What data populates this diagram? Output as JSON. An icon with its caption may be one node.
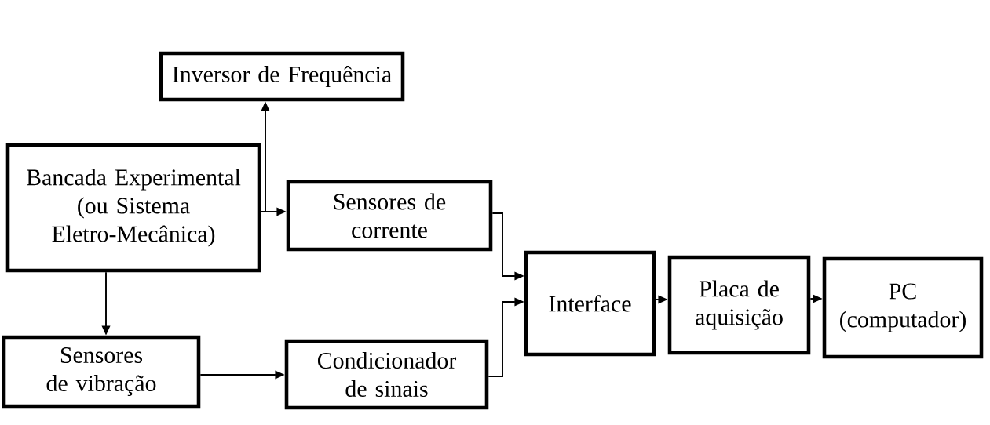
{
  "diagram": {
    "nodes": [
      {
        "text": [
          "Inversor de Frequência"
        ]
      },
      {
        "text": [
          "Bancada Experimental (ou Sistema Eletro-Mecânica)"
        ]
      },
      {
        "text": [
          "Sensores de corrente"
        ]
      },
      {
        "text": [
          "Sensores de vibração"
        ]
      },
      {
        "text": [
          "Condicionador de sinais"
        ]
      },
      {
        "text": [
          "Interface"
        ]
      },
      {
        "text": [
          "Placa de aquisição"
        ]
      },
      {
        "text": [
          "PC (computador)"
        ]
      }
    ],
    "edges": [
      {
        "from": 1,
        "to": 0,
        "arrow": "to"
      },
      {
        "from": 1,
        "to": 2,
        "arrow": "to"
      },
      {
        "from": 1,
        "to": 3,
        "arrow": "to"
      },
      {
        "from": 3,
        "to": 4,
        "arrow": "to"
      },
      {
        "from": 2,
        "to": 5,
        "arrow": "to"
      },
      {
        "from": 4,
        "to": 5,
        "arrow": "to"
      },
      {
        "from": 5,
        "to": 6,
        "arrow": "to"
      },
      {
        "from": 6,
        "to": 7,
        "arrow": "to"
      }
    ]
  }
}
